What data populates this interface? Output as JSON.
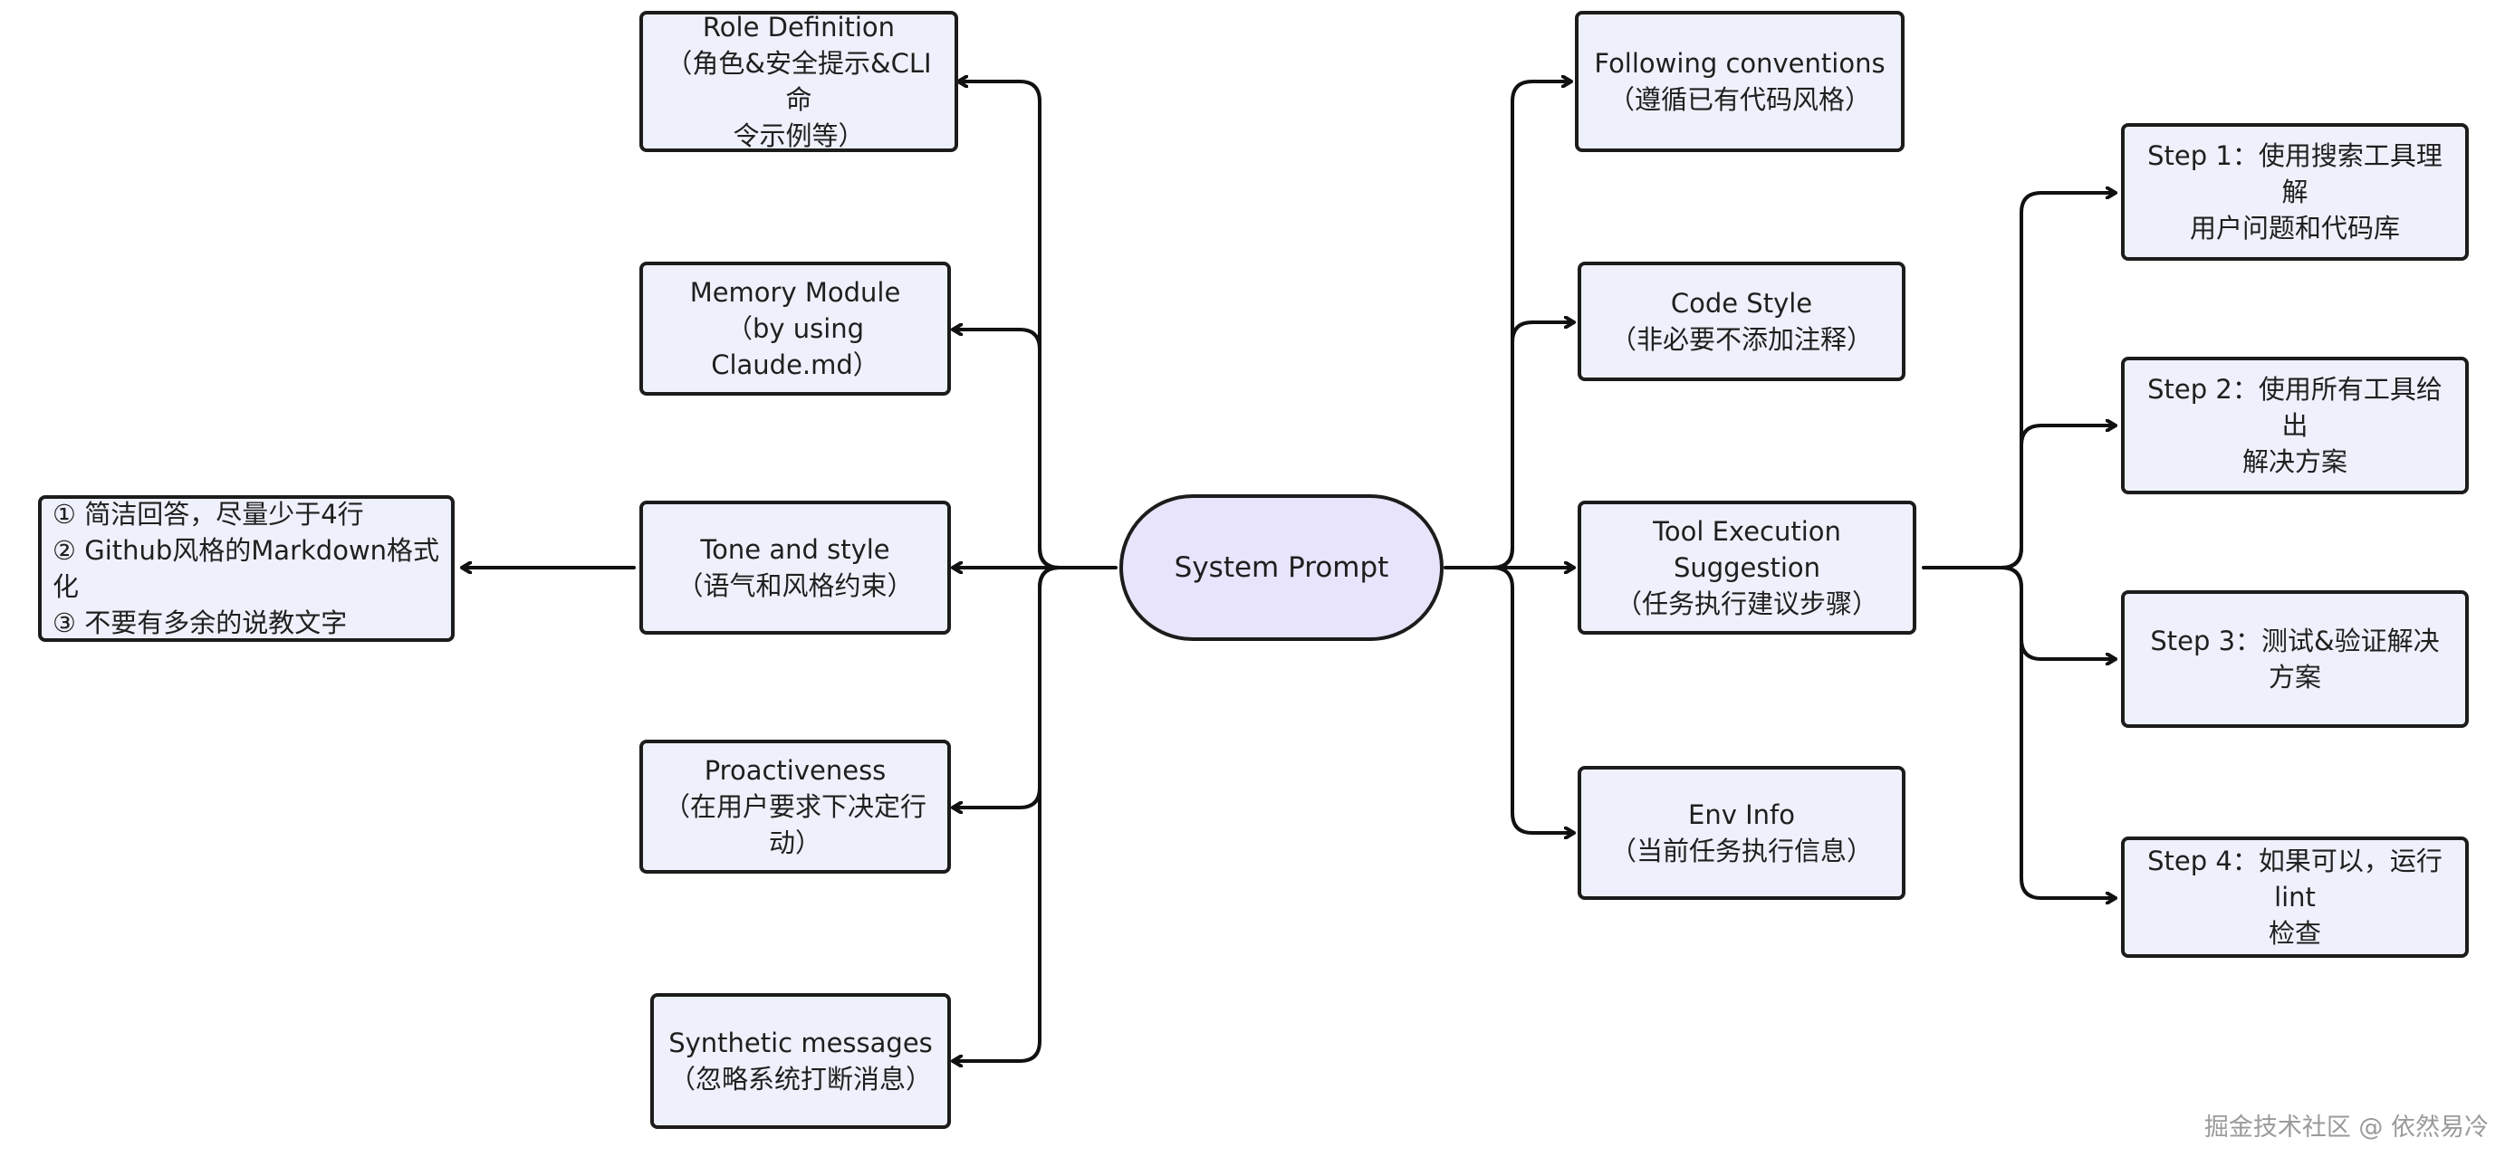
{
  "center": {
    "label": "System Prompt"
  },
  "left": {
    "role": {
      "line1": "Role Definition",
      "line2": "（角色&安全提示&CLI命",
      "line3": "令示例等）"
    },
    "memory": {
      "line1": "Memory Module",
      "line2": "（by using Claude.md）"
    },
    "tone": {
      "line1": "Tone and style",
      "line2": "（语气和风格约束）"
    },
    "proactive": {
      "line1": "Proactiveness",
      "line2": "（在用户要求下决定行",
      "line3": "动）"
    },
    "synthetic": {
      "line1": "Synthetic messages",
      "line2": "（忽略系统打断消息）"
    }
  },
  "tone_details": {
    "item1": "① 简洁回答，尽量少于4行",
    "item2": "② Github风格的Markdown格式化",
    "item3": "③ 不要有多余的说教文字"
  },
  "right": {
    "conventions": {
      "line1": "Following conventions",
      "line2": "（遵循已有代码风格）"
    },
    "codestyle": {
      "line1": "Code Style",
      "line2": "（非必要不添加注释）"
    },
    "tool": {
      "line1": "Tool Execution Suggestion",
      "line2": "（任务执行建议步骤）"
    },
    "env": {
      "line1": "Env Info",
      "line2": "（当前任务执行信息）"
    }
  },
  "steps": {
    "step1": {
      "line1": "Step 1：使用搜索工具理解",
      "line2": "用户问题和代码库"
    },
    "step2": {
      "line1": "Step 2：使用所有工具给出",
      "line2": "解决方案"
    },
    "step3": {
      "line1": "Step 3：测试&验证解决方案"
    },
    "step4": {
      "line1": "Step 4：如果可以，运行lint",
      "line2": "检查"
    }
  },
  "watermark": "掘金技术社区 @ 依然易冷",
  "colors": {
    "node_fill": "#eef1fb",
    "center_fill": "#e8e4fb",
    "stroke": "#1c1c1c"
  }
}
